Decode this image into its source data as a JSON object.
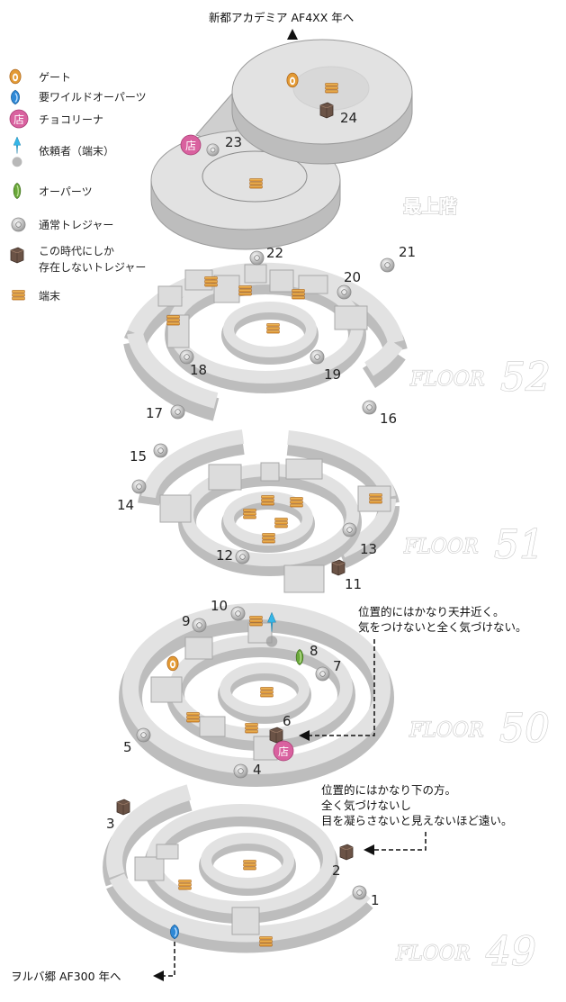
{
  "top_note": "新都アカデミア AF4XX 年へ",
  "bottom_note": "ヲルバ郷 AF300 年へ",
  "legend": [
    {
      "icon": "gate-icon",
      "label": "ゲート"
    },
    {
      "icon": "wild-artefact-icon",
      "label": "要ワイルドオーパーツ"
    },
    {
      "icon": "shop-icon",
      "label": "チョコリーナ",
      "glyph": "店"
    },
    {
      "icon": "client-terminal-icon",
      "label": "依頼者（端末）"
    },
    {
      "icon": "artefact-icon",
      "label": "オーパーツ"
    },
    {
      "icon": "treasure-sphere-icon",
      "label": "通常トレジャー"
    },
    {
      "icon": "time-treasure-icon",
      "label": "この時代にしか",
      "label2": "存在しないトレジャー"
    },
    {
      "icon": "terminal-icon",
      "label": "端末"
    }
  ],
  "top_floor_label": "最上階",
  "floors": {
    "f52": {
      "word": "FLOOR",
      "num": "52"
    },
    "f51": {
      "word": "FLOOR",
      "num": "51"
    },
    "f50": {
      "word": "FLOOR",
      "num": "50"
    },
    "f49": {
      "word": "FLOOR",
      "num": "49"
    }
  },
  "notes": {
    "n50_line1": "位置的にはかなり天井近く。",
    "n50_line2": "気をつけないと全く気づけない。",
    "n49_line1": "位置的にはかなり下の方。",
    "n49_line2": "全く気づけないし",
    "n49_line3": "目を凝らさないと見えないほど遠い。"
  },
  "markers": [
    "1",
    "2",
    "3",
    "4",
    "5",
    "6",
    "7",
    "8",
    "9",
    "10",
    "11",
    "12",
    "13",
    "14",
    "15",
    "16",
    "17",
    "18",
    "19",
    "20",
    "21",
    "22",
    "23",
    "24"
  ],
  "colors": {
    "floor_fill": "#e2e2e2",
    "wall_fill": "#bdbdbd",
    "terminal": "#e8a33a",
    "gate": "#e39a34",
    "shop": "#d9619f",
    "wild": "#2e88d6",
    "artefact": "#6aa83a",
    "time_treasure": "#6b5346",
    "sphere": "#bcbcbc"
  }
}
